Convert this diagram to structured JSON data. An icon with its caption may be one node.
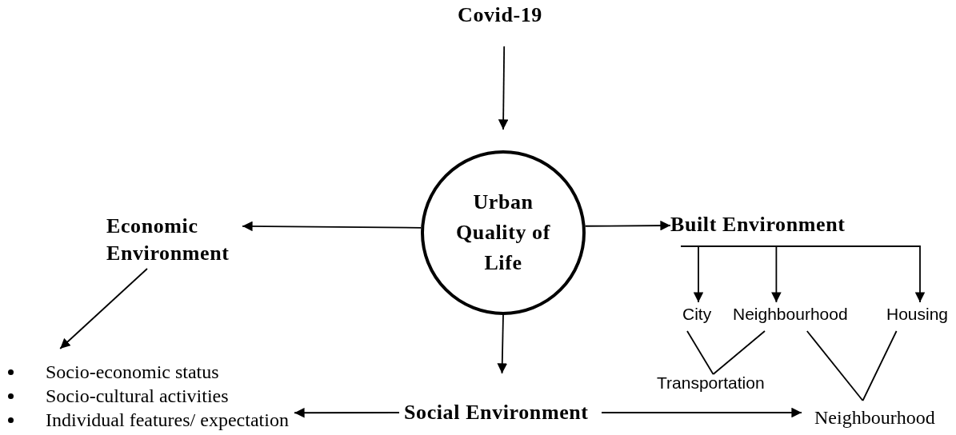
{
  "diagram": {
    "nodes": [
      {
        "text": [
          "Covid-19"
        ]
      },
      {
        "text": [
          "Urban Quality of Life"
        ]
      },
      {
        "text": [
          "Economic Environment"
        ]
      },
      {
        "text": [
          "Built Environment"
        ]
      },
      {
        "text": [
          "Social Environment"
        ]
      },
      {
        "text": [
          "Socio-economic status",
          "Socio-cultural activities",
          "Individual features/ expectation"
        ]
      },
      {
        "text": [
          "City"
        ]
      },
      {
        "text": [
          "Neighbourhood"
        ]
      },
      {
        "text": [
          "Housing"
        ]
      },
      {
        "text": [
          "Transportation"
        ]
      },
      {
        "text": [
          "Neighbourhood"
        ]
      }
    ],
    "edges": [
      {
        "from": 0,
        "to": 1,
        "arrow": "to"
      },
      {
        "from": 1,
        "to": 2,
        "arrow": "to"
      },
      {
        "from": 1,
        "to": 3,
        "arrow": "to"
      },
      {
        "from": 1,
        "to": 4,
        "arrow": "to"
      },
      {
        "from": 2,
        "to": 5,
        "arrow": "to"
      },
      {
        "from": 4,
        "to": 5,
        "arrow": "to"
      },
      {
        "from": 4,
        "to": 10,
        "arrow": "to"
      },
      {
        "from": 3,
        "to": 6,
        "arrow": "to"
      },
      {
        "from": 3,
        "to": 7,
        "arrow": "to"
      },
      {
        "from": 3,
        "to": 8,
        "arrow": "to"
      },
      {
        "from": 6,
        "to": 9,
        "arrow": "none"
      },
      {
        "from": 7,
        "to": 9,
        "arrow": "none"
      },
      {
        "from": 7,
        "to": 10,
        "arrow": "none"
      },
      {
        "from": 8,
        "to": 10,
        "arrow": "none"
      }
    ]
  }
}
